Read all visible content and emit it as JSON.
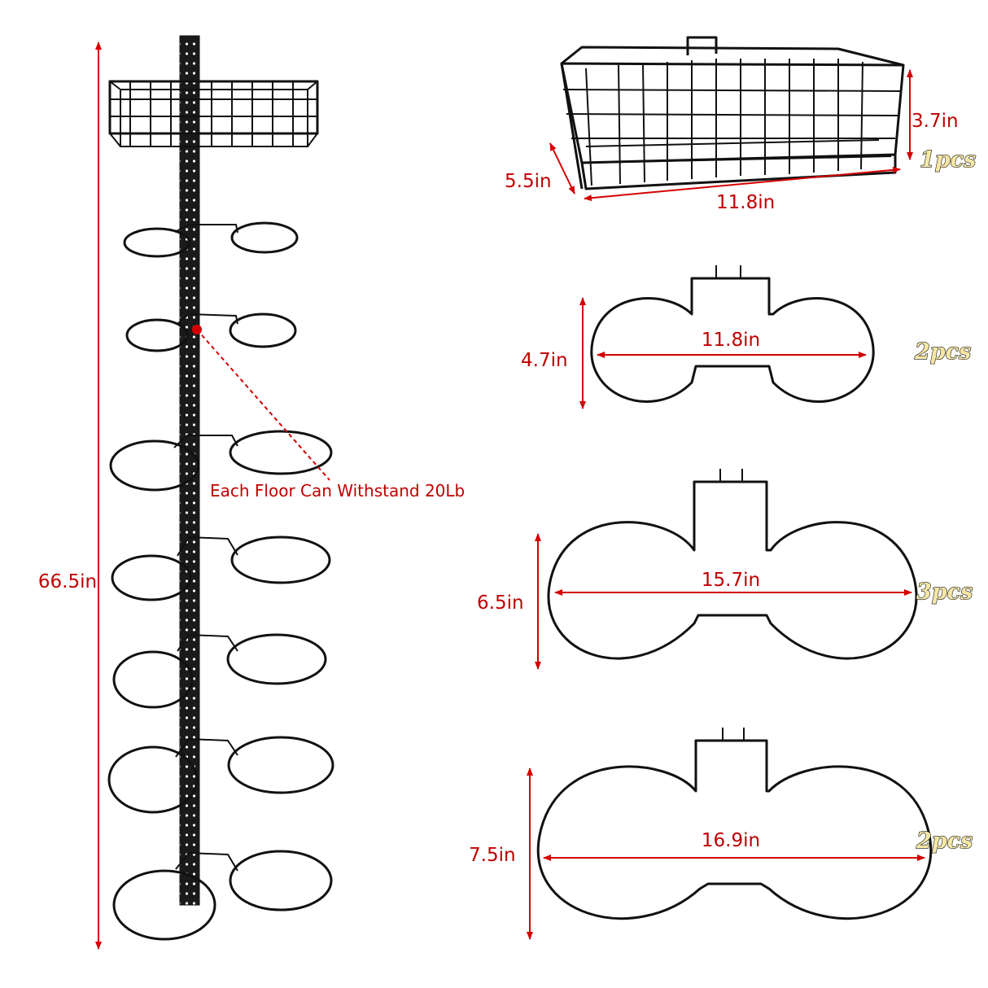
{
  "colors": {
    "dimension": "#c00000",
    "arrow": "#d40000",
    "wire": "#111111",
    "quantity_fill": "#f7e7a4"
  },
  "rack": {
    "height_label": "66.5in",
    "load_note": "Each Floor Can Withstand 20Lb"
  },
  "basket": {
    "width_label": "11.8in",
    "depth_label": "5.5in",
    "height_label": "3.7in",
    "qty_label": "1pcs"
  },
  "holder_small": {
    "width_label": "11.8in",
    "height_label": "4.7in",
    "qty_label": "2pcs"
  },
  "holder_medium": {
    "width_label": "15.7in",
    "height_label": "6.5in",
    "qty_label": "3pcs"
  },
  "holder_large": {
    "width_label": "16.9in",
    "height_label": "7.5in",
    "qty_label": "2pcs"
  }
}
